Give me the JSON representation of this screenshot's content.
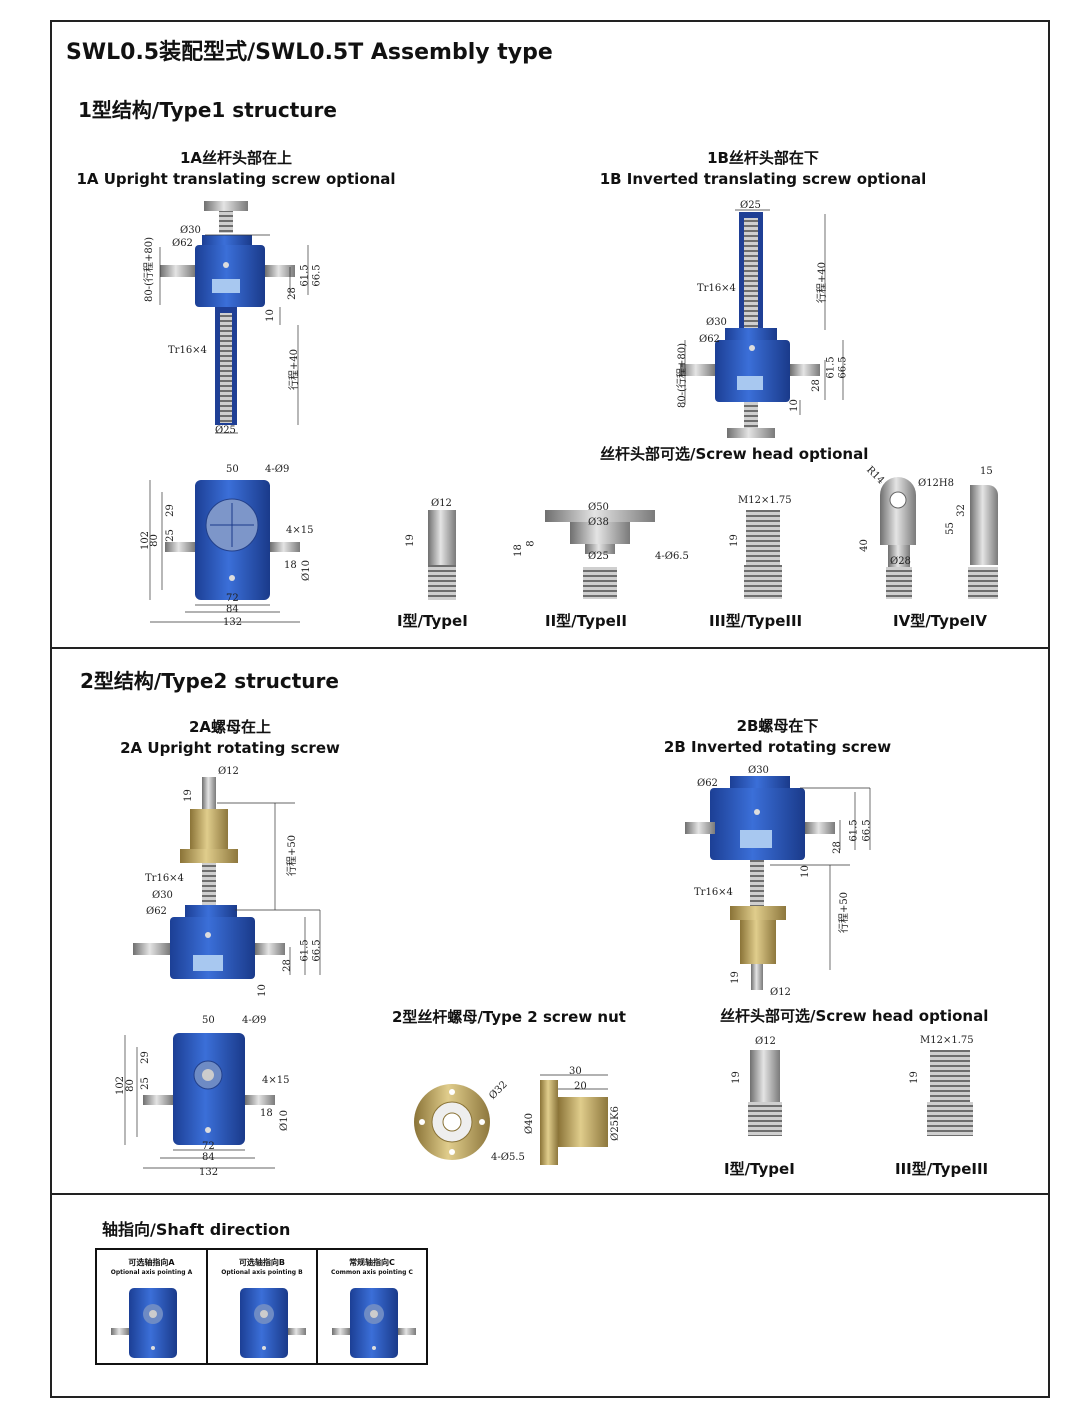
{
  "title": "SWL0.5装配型式/SWL0.5T Assembly type",
  "section1": {
    "title": "1型结构/Type1 structure",
    "a_cn": "1A丝杆头部在上",
    "a_en": "1A Upright translating screw optional",
    "b_cn": "1B丝杆头部在下",
    "b_en": "1B Inverted translating screw optional",
    "screw_head_title": "丝杆头部可选/Screw head optional",
    "heads": [
      "I型/TypeI",
      "II型/TypeII",
      "III型/TypeIII",
      "IV型/TypeIV"
    ],
    "dims_a": [
      "Ø30",
      "Ø62",
      "80-(行程+80)",
      "61.5",
      "66.5",
      "28",
      "10",
      "Tr16×4",
      "行程+40",
      "Ø25"
    ],
    "dims_b": [
      "Ø25",
      "Tr16×4",
      "行程+40",
      "Ø30",
      "Ø62",
      "80-(行程+80)",
      "61.5",
      "66.5",
      "28",
      "10"
    ],
    "dims_top": [
      "50",
      "4-Ø9",
      "29",
      "25",
      "102",
      "80",
      "4×15",
      "18",
      "Ø10",
      "72",
      "84",
      "132"
    ],
    "dims_heads": [
      "Ø12",
      "19",
      "Ø50",
      "Ø38",
      "Ø25",
      "18",
      "8",
      "4-Ø6.5",
      "M12×1.75",
      "19",
      "R14",
      "Ø12H8",
      "15",
      "32",
      "55",
      "40",
      "Ø28"
    ]
  },
  "section2": {
    "title": "2型结构/Type2 structure",
    "a_cn": "2A螺母在上",
    "a_en": "2A Upright rotating screw",
    "b_cn": "2B螺母在下",
    "b_en": "2B Inverted rotating screw",
    "nut_title": "2型丝杆螺母/Type 2 screw nut",
    "screw_head_title": "丝杆头部可选/Screw head optional",
    "heads": [
      "I型/TypeI",
      "III型/TypeIII"
    ],
    "dims_a": [
      "Ø12",
      "19",
      "行程+50",
      "Tr16×4",
      "Ø30",
      "Ø62",
      "61.5",
      "66.5",
      "28",
      "10"
    ],
    "dims_b": [
      "Ø30",
      "Ø62",
      "61.5",
      "66.5",
      "28",
      "10",
      "Tr16×4",
      "行程+50",
      "19",
      "Ø12"
    ],
    "dims_top": [
      "50",
      "4-Ø9",
      "29",
      "25",
      "102",
      "80",
      "4×15",
      "18",
      "Ø10",
      "72",
      "84",
      "132"
    ],
    "dims_nut": [
      "Ø32",
      "4-Ø5.5",
      "30",
      "20",
      "Ø40",
      "Ø25K6"
    ],
    "dims_heads": [
      "Ø12",
      "19",
      "M12×1.75",
      "19"
    ]
  },
  "section3": {
    "title": "轴指向/Shaft direction",
    "panels": [
      {
        "cn": "可选轴指向A",
        "en": "Optional axis pointing A"
      },
      {
        "cn": "可选轴指向B",
        "en": "Optional axis pointing B"
      },
      {
        "cn": "常规轴指向C",
        "en": "Common axis pointing C"
      }
    ]
  },
  "colors": {
    "body_blue": "#2a56b8",
    "dark_blue": "#1a3a8a",
    "brass": "#b39a52",
    "steel": "#a9a9a9",
    "frame": "#222222"
  }
}
